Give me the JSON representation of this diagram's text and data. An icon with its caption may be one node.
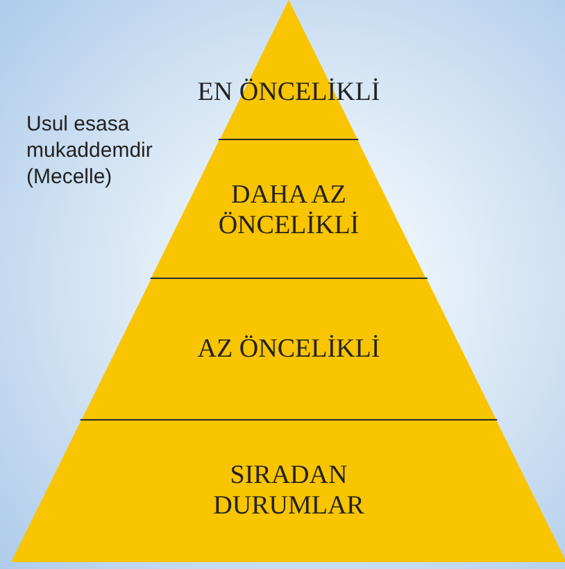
{
  "diagram": {
    "nodes": [
      {
        "text": [
          "EN ÖNCELİKLİ"
        ]
      },
      {
        "text": [
          "DAHA AZ ÖNCELİKLİ"
        ]
      },
      {
        "text": [
          "AZ ÖNCELİKLİ"
        ]
      },
      {
        "text": [
          "SIRADAN DURUMLAR"
        ]
      }
    ],
    "labels": [
      "Usul esasa mukaddemdir (Mecelle)"
    ]
  }
}
